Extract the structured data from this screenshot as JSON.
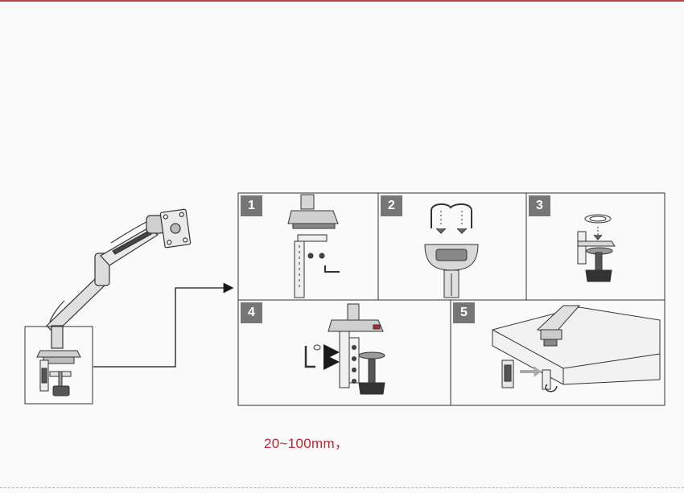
{
  "steps": [
    {
      "number": "1"
    },
    {
      "number": "2"
    },
    {
      "number": "3"
    },
    {
      "number": "4"
    },
    {
      "number": "5"
    }
  ],
  "caption": "20~100mm，",
  "colors": {
    "caption": "#c0262d",
    "badge": "#767676",
    "top_rule": "#b8434a",
    "line": "#1a1a1a"
  }
}
